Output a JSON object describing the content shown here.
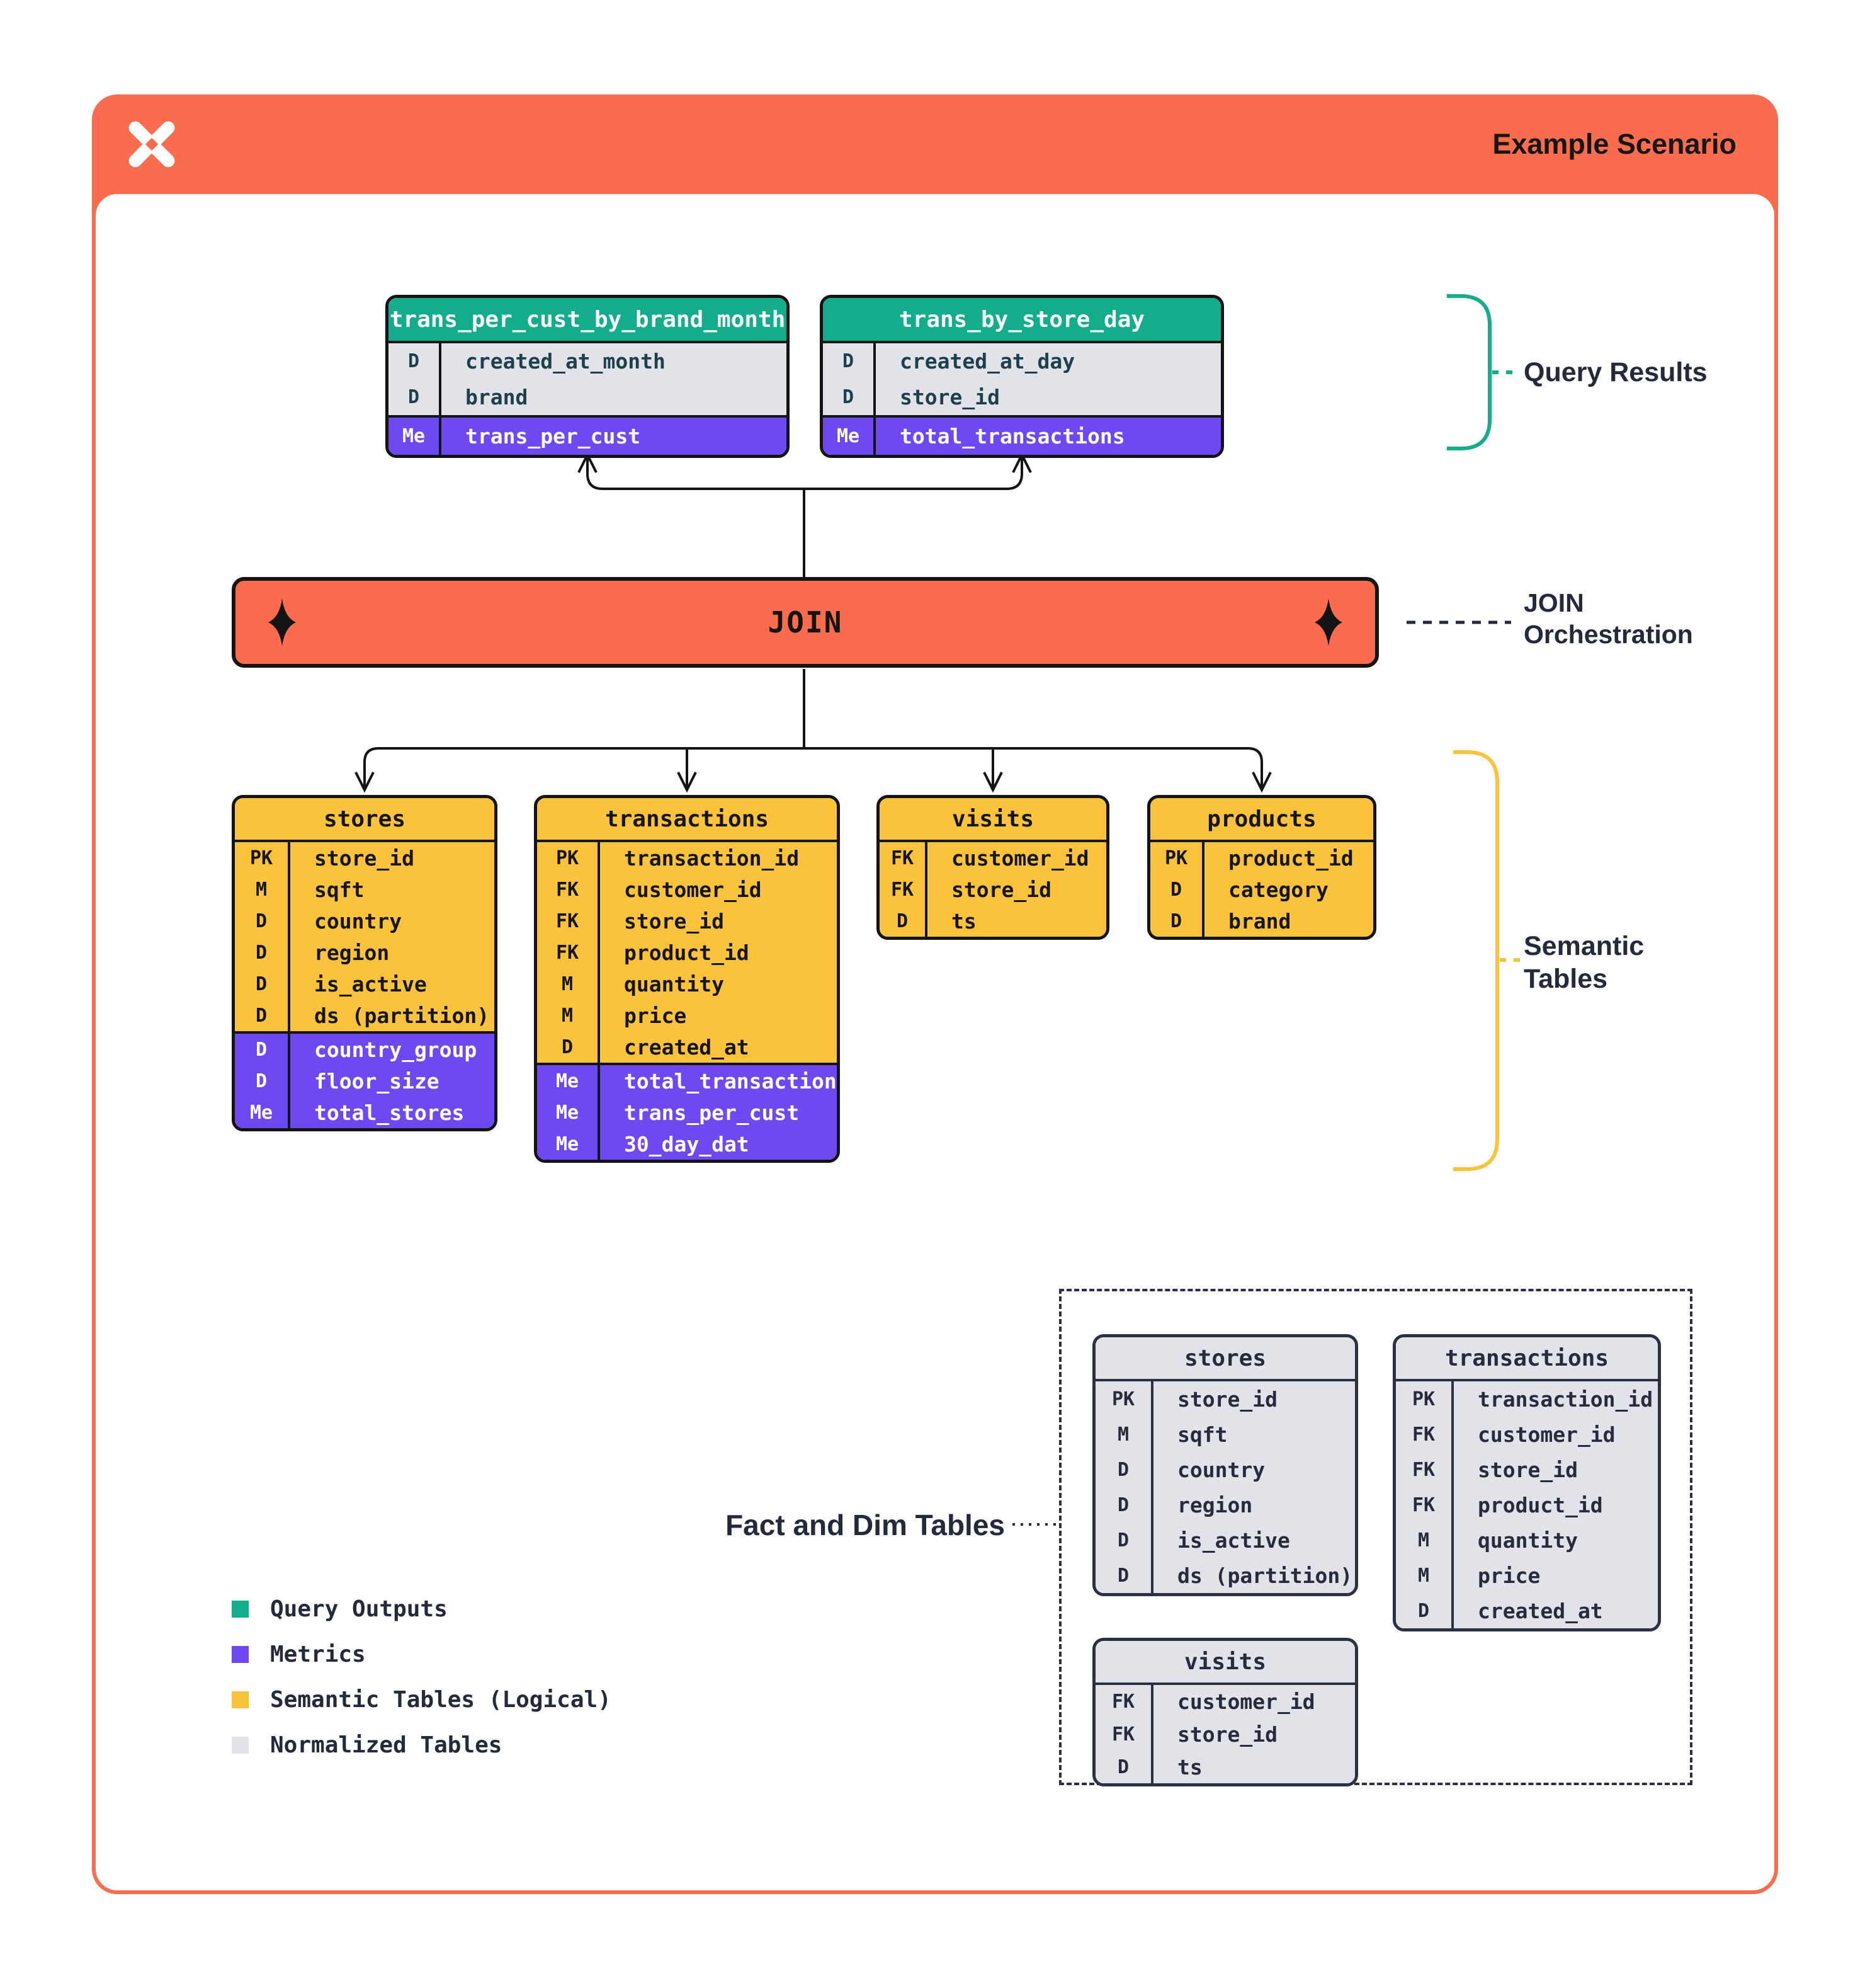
{
  "colors": {
    "orange": "#F96C4E",
    "green": "#14AD8B",
    "purple": "#6E49F2",
    "yellow": "#FBC33C",
    "grayrow": "#E1E3E8",
    "navy": "#232A3B",
    "tealtext": "#1E404C",
    "ink": "#141414"
  },
  "header": {
    "title": "Example Scenario"
  },
  "join": {
    "label": "JOIN"
  },
  "query_tables": [
    {
      "title": "trans_per_cust_by_brand_month",
      "sections": [
        {
          "style": "gray",
          "rows": [
            [
              "D",
              "created_at_month"
            ],
            [
              "D",
              "brand"
            ]
          ]
        },
        {
          "style": "purple",
          "rows": [
            [
              "Me",
              "trans_per_cust"
            ]
          ]
        }
      ]
    },
    {
      "title": "trans_by_store_day",
      "sections": [
        {
          "style": "gray",
          "rows": [
            [
              "D",
              "created_at_day"
            ],
            [
              "D",
              "store_id"
            ]
          ]
        },
        {
          "style": "purple",
          "rows": [
            [
              "Me",
              "total_transactions"
            ]
          ]
        }
      ]
    }
  ],
  "semantic_tables": [
    {
      "title": "stores",
      "sections": [
        {
          "style": "yellow",
          "rows": [
            [
              "PK",
              "store_id"
            ],
            [
              "M",
              "sqft"
            ],
            [
              "D",
              "country"
            ],
            [
              "D",
              "region"
            ],
            [
              "D",
              "is_active"
            ],
            [
              "D",
              "ds (partition)"
            ]
          ]
        },
        {
          "style": "purple",
          "rows": [
            [
              "D",
              "country_group"
            ],
            [
              "D",
              "floor_size"
            ],
            [
              "Me",
              "total_stores"
            ]
          ]
        }
      ]
    },
    {
      "title": "transactions",
      "sections": [
        {
          "style": "yellow",
          "rows": [
            [
              "PK",
              "transaction_id"
            ],
            [
              "FK",
              "customer_id"
            ],
            [
              "FK",
              "store_id"
            ],
            [
              "FK",
              "product_id"
            ],
            [
              "M",
              "quantity"
            ],
            [
              "M",
              "price"
            ],
            [
              "D",
              "created_at"
            ]
          ]
        },
        {
          "style": "purple",
          "rows": [
            [
              "Me",
              "total_transactions"
            ],
            [
              "Me",
              "trans_per_cust"
            ],
            [
              "Me",
              "30_day_dat"
            ]
          ]
        }
      ]
    },
    {
      "title": "visits",
      "sections": [
        {
          "style": "yellow",
          "rows": [
            [
              "FK",
              "customer_id"
            ],
            [
              "FK",
              "store_id"
            ],
            [
              "D",
              "ts"
            ]
          ]
        }
      ]
    },
    {
      "title": "products",
      "sections": [
        {
          "style": "yellow",
          "rows": [
            [
              "PK",
              "product_id"
            ],
            [
              "D",
              "category"
            ],
            [
              "D",
              "brand"
            ]
          ]
        }
      ]
    }
  ],
  "normalized_tables": [
    {
      "title": "stores",
      "sections": [
        {
          "style": "norm",
          "rows": [
            [
              "PK",
              "store_id"
            ],
            [
              "M",
              "sqft"
            ],
            [
              "D",
              "country"
            ],
            [
              "D",
              "region"
            ],
            [
              "D",
              "is_active"
            ],
            [
              "D",
              "ds (partition)"
            ]
          ]
        }
      ]
    },
    {
      "title": "transactions",
      "sections": [
        {
          "style": "norm",
          "rows": [
            [
              "PK",
              "transaction_id"
            ],
            [
              "FK",
              "customer_id"
            ],
            [
              "FK",
              "store_id"
            ],
            [
              "FK",
              "product_id"
            ],
            [
              "M",
              "quantity"
            ],
            [
              "M",
              "price"
            ],
            [
              "D",
              "created_at"
            ]
          ]
        }
      ]
    },
    {
      "title": "visits",
      "sections": [
        {
          "style": "norm",
          "rows": [
            [
              "FK",
              "customer_id"
            ],
            [
              "FK",
              "store_id"
            ],
            [
              "D",
              "ts"
            ]
          ]
        }
      ]
    }
  ],
  "annotations": {
    "query_results": "Query Results",
    "join_orchestration": [
      "JOIN",
      "Orchestration"
    ],
    "semantic_tables": [
      "Semantic",
      "Tables"
    ],
    "fact_dim": "Fact and Dim Tables"
  },
  "legend": {
    "items": [
      {
        "swatch": "green",
        "label": "Query Outputs"
      },
      {
        "swatch": "purple",
        "label": "Metrics"
      },
      {
        "swatch": "yellow",
        "label": "Semantic Tables (Logical)"
      },
      {
        "swatch": "grayrow",
        "label": "Normalized Tables"
      }
    ]
  }
}
